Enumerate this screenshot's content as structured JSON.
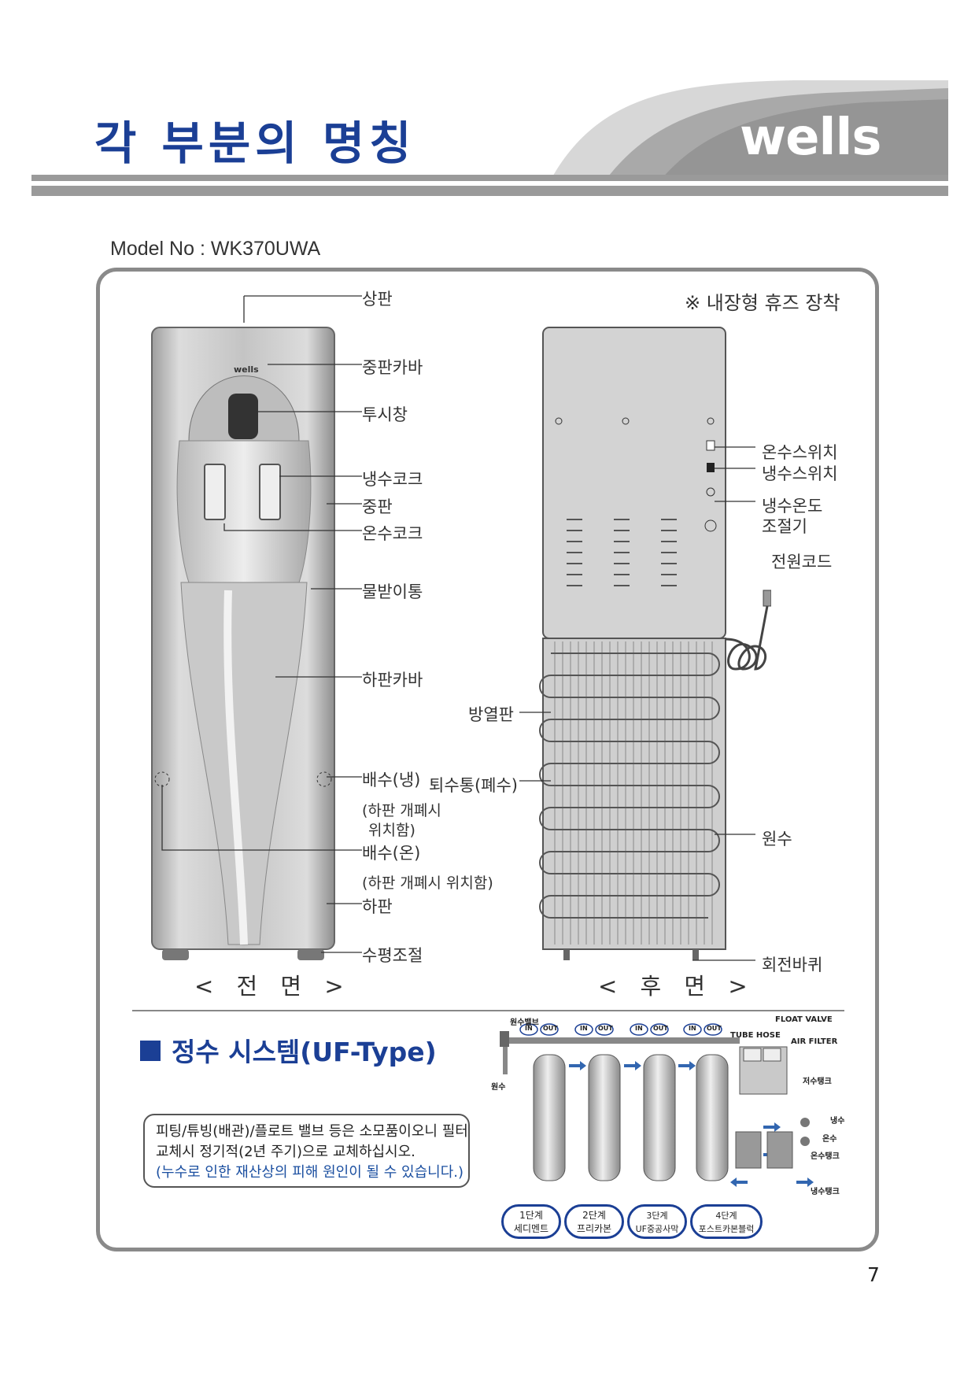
{
  "header": {
    "title": "각 부분의 명칭",
    "brand": "wells"
  },
  "model": "Model No : WK370UWA",
  "fuse_note": "※ 내장형 휴즈 장착",
  "front": {
    "view_label": "< 전  면 >",
    "logo": "wells",
    "labels": {
      "top_panel": "상판",
      "middle_cover": "중판카바",
      "window": "투시창",
      "cold_cock": "냉수코크",
      "middle_panel": "중판",
      "hot_cock": "온수코크",
      "drip_tray": "물받이통",
      "lower_cover": "하판카바",
      "drain_cold": "배수(냉)",
      "drain_cold_note1": "(하판 개폐시",
      "drain_cold_note2": "위치함)",
      "drain_hot": "배수(온)",
      "drain_hot_note": "(하판 개폐시 위치함)",
      "lower_panel": "하판",
      "leveler": "수평조절"
    }
  },
  "back": {
    "view_label": "< 후  면 >",
    "labels": {
      "hot_switch": "온수스위치",
      "cold_switch": "냉수스위치",
      "cold_thermostat1": "냉수온도",
      "cold_thermostat2": "조절기",
      "power_cord": "전원코드",
      "radiator": "방열판",
      "waste_tank": "퇴수통(폐수)",
      "raw_water": "원수",
      "casters": "회전바퀴"
    }
  },
  "system": {
    "title": "정수 시스템(UF-Type)",
    "notice": {
      "line1": "피팅/튜빙(배관)/플로트 밸브 등은 소모품이오니 필터",
      "line2": "교체시 정기적(2년 주기)으로 교체하십시오.",
      "line3": "(누수로 인한 재산상의 피해 원인이 될 수 있습니다.)"
    },
    "diagram": {
      "raw_valve": "원수밸브",
      "raw_water": "원수",
      "in": "IN",
      "out": "OUT",
      "tube_hose": "TUBE HOSE",
      "float_valve": "FLOAT VALVE",
      "air_filter": "AIR FILTER",
      "storage_tank": "저수탱크",
      "cold_water": "냉수",
      "hot_water": "온수",
      "hot_tank": "온수탱크",
      "cold_tank": "냉수탱크",
      "stages": [
        {
          "num": "1단계",
          "name": "세디멘트"
        },
        {
          "num": "2단계",
          "name": "프리카본"
        },
        {
          "num": "3단계",
          "name": "UF중공사막"
        },
        {
          "num": "4단계",
          "name": "포스트카본블럭"
        }
      ]
    }
  },
  "page_number": "7",
  "colors": {
    "accent": "#1b3f95",
    "grey": "#8a8a8a"
  }
}
